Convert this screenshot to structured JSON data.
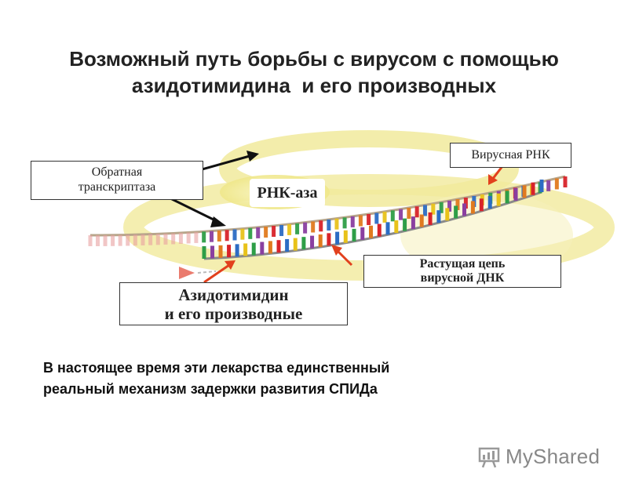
{
  "title": {
    "line1": "Возможный путь борьбы с вирусом с помощью",
    "line2": "азидотимидина  и его производных"
  },
  "labels": {
    "reverse_transcriptase": {
      "line1": "Обратная",
      "line2": "транскриптаза"
    },
    "viral_rna": "Вирусная РНК",
    "rnase": "РНК-аза",
    "growing_chain": {
      "line1": "Растущая цепь",
      "line2": "вирусной ДНК"
    },
    "azidothymidine": {
      "line1": "Азидотимидин",
      "line2": "и его производные"
    }
  },
  "bottom_text": {
    "line1": "В настоящее время эти лекарства единственный",
    "line2": "реальный механизм задержки развития СПИДа"
  },
  "logo": {
    "text": "MyShared",
    "icon": "presentation-board-icon"
  },
  "colors": {
    "enzyme_yellow": "#f3eea0",
    "arrow_black": "#111111",
    "arrow_red": "#e2401d",
    "rung_colors": [
      "#d8232a",
      "#2b6cc4",
      "#e8c21a",
      "#2e9e47",
      "#8a3fa0",
      "#e07a1f"
    ]
  }
}
